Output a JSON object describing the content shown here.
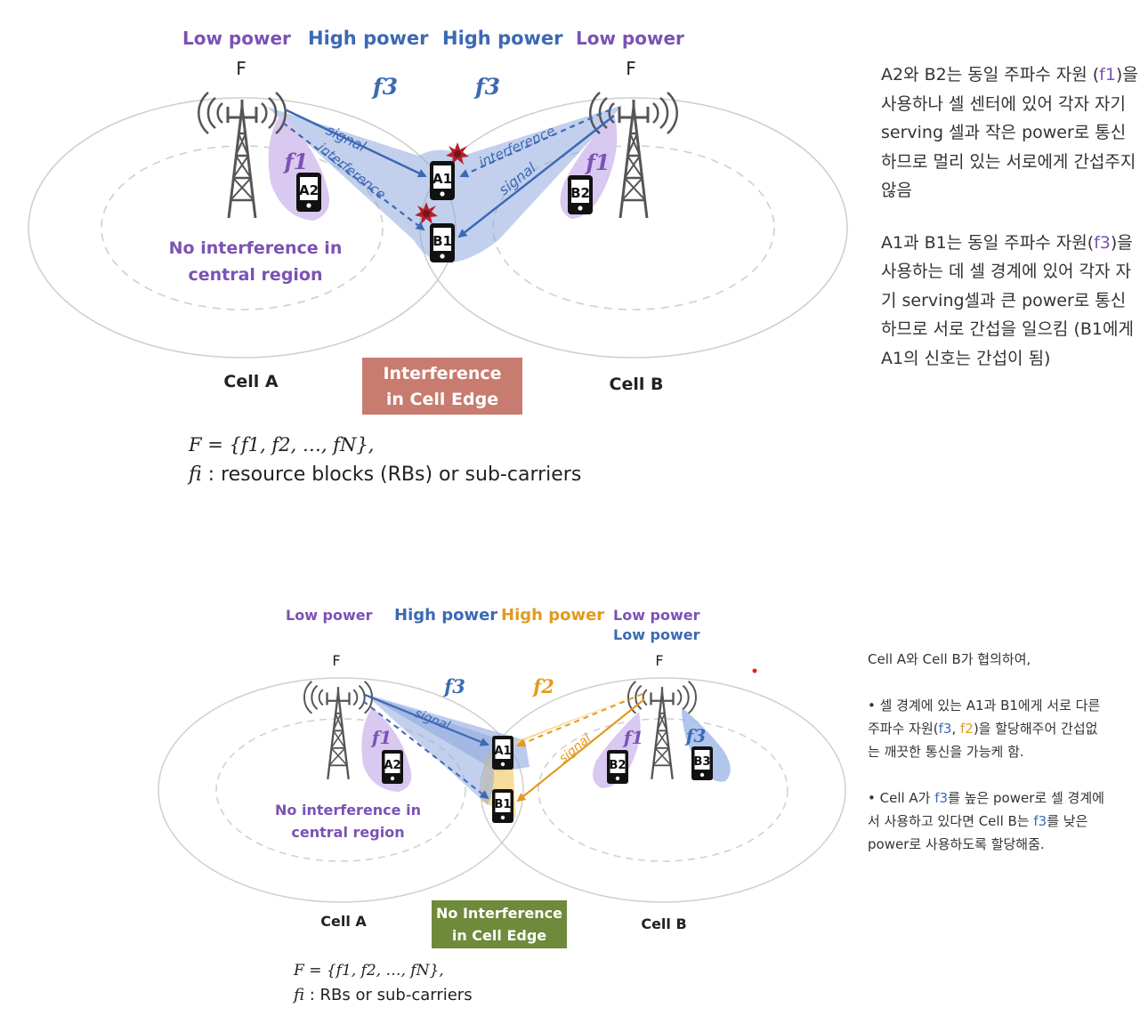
{
  "top": {
    "labels": {
      "low_power_left": "Low power",
      "high_power_left": "High power",
      "high_power_right": "High power",
      "low_power_right": "Low power",
      "tower_a": "F",
      "tower_b": "F",
      "freq_left": "f3",
      "freq_right": "f3",
      "f1_left": "f1",
      "f1_right": "f1",
      "signal_left": "signal",
      "interference_left": "interference",
      "interference_right": "interference",
      "signal_right": "signal",
      "phone_a2": "A2",
      "phone_a1": "A1",
      "phone_b1": "B1",
      "phone_b2": "B2",
      "central_1": "No interference in",
      "central_2": "central region",
      "cell_a": "Cell A",
      "cell_b": "Cell B",
      "edge_box_1": "Interference",
      "edge_box_2": "in Cell Edge",
      "formula_line1": "F = {f1, f2, …, fN},",
      "formula_line2_sym": "fi",
      "formula_line2_rest": " : resource blocks (RBs) or sub-carriers"
    },
    "para1": {
      "t1": "A2와 B2는 동일 주파수 자원 (",
      "kw": "f1",
      "t2": ")을 사용하나 셀 센터에 있어 각자 자기 serving 셀과 작은 power로 통신하므로 멀리 있는 서로에게 간섭주지 않음"
    },
    "para2": {
      "t1": "A1과 B1는 동일 주파수 자원(",
      "kw": "f3",
      "t2": ")을 사용하는 데 셀 경계에 있어 각자 자기 serving셀과 큰 power로 통신하므로 서로 간섭을 일으킴 (B1에게 A1의 신호는 간섭이 됨)"
    }
  },
  "bottom": {
    "labels": {
      "low_power_left": "Low power",
      "high_power_blue": "High power",
      "high_power_orange": "High power",
      "low_power_right_1": "Low power",
      "low_power_right_2": "Low power",
      "tower_a": "F",
      "tower_b": "F",
      "freq_blue": "f3",
      "freq_orange": "f2",
      "f1_left": "f1",
      "f1_right": "f1",
      "f3_right": "f3",
      "signal_left": "signal",
      "signal_right": "signal",
      "phone_a2": "A2",
      "phone_a1": "A1",
      "phone_b1": "B1",
      "phone_b2": "B2",
      "phone_b3": "B3",
      "central_1": "No interference in",
      "central_2": "central region",
      "cell_a": "Cell A",
      "cell_b": "Cell B",
      "edge_box_1": "No Interference",
      "edge_box_2": "in Cell Edge",
      "formula_line1": "F = {f1, f2, …, fN},",
      "formula_line2_sym": "fi",
      "formula_line2_rest": " : RBs or sub-carriers"
    },
    "para1": "Cell A와 Cell B가 협의하여,",
    "para2": {
      "t1": "• 셀 경계에 있는 A1과 B1에게 서로 다른 주파수 자원(",
      "kw1": "f3",
      "t2": ", ",
      "kw2": "f2",
      "t3": ")을 할당해주어 간섭없는 깨끗한 통신을 가능케 함."
    },
    "para3": {
      "t1": "• Cell A가 ",
      "kw1": "f3",
      "t2": "를 높은 power로 셀 경계에서 사용하고 있다면 Cell B는 ",
      "kw2": "f3",
      "t3": "를 낮은 power로 사용하도록 할당해줌."
    }
  },
  "colors": {
    "purple": "#7b52b5",
    "blue": "#3c69b4",
    "orange": "#e39a1e",
    "edge_interference": "#c87b6f",
    "edge_no_interference": "#6e8a3a",
    "blue_fill": "#8fa9df",
    "orange_fill": "#f4d27a",
    "purple_fill": "#d9c8ef"
  }
}
